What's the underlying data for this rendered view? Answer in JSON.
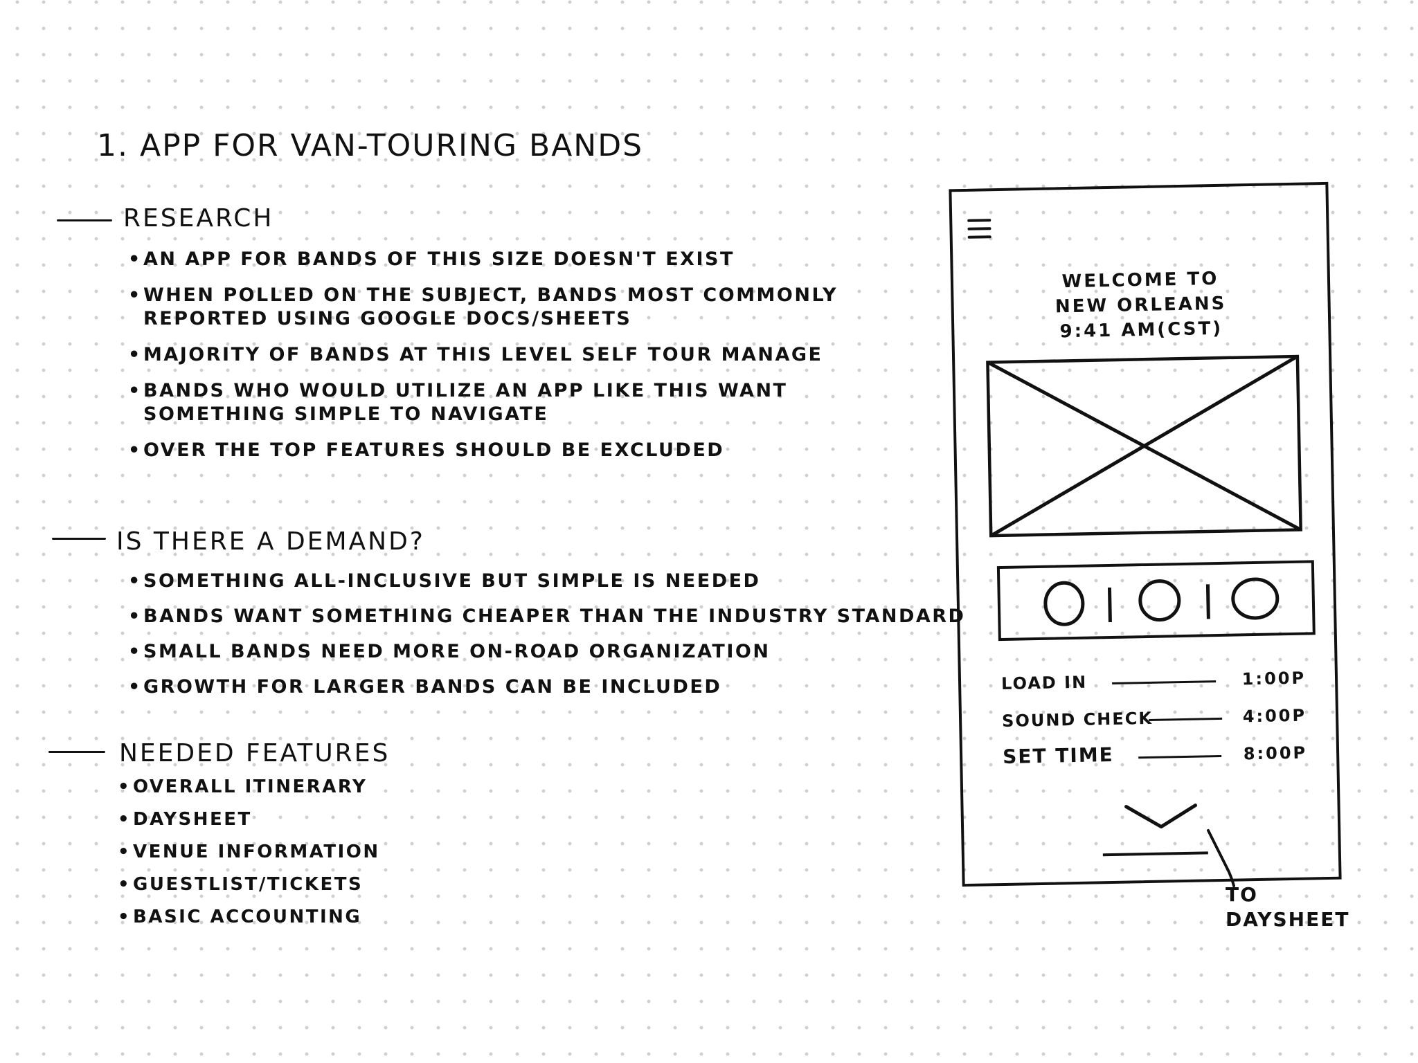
{
  "title": "1. App for van-touring bands",
  "research": {
    "heading": "Research",
    "bullets": [
      "An app for bands of this size doesn't exist",
      "When polled on the subject, bands most commonly reported using Google Docs/Sheets",
      "Majority of bands at this level self tour manage",
      "Bands who would utilize an app like this want something simple to navigate",
      "Over the top features should be excluded"
    ]
  },
  "demand": {
    "heading": "Is there a demand?",
    "bullets": [
      "Something all-inclusive but simple is needed",
      "Bands want something cheaper than the industry standard",
      "Small bands need more on-road organization",
      "Growth for larger bands can be included"
    ]
  },
  "features": {
    "heading": "Needed features",
    "bullets": [
      "Overall itinerary",
      "Daysheet",
      "Venue information",
      "Guestlist/tickets",
      "Basic accounting"
    ]
  },
  "phone": {
    "menu_icon": "hamburger-menu-icon",
    "welcome_line1": "Welcome to",
    "welcome_line2": "New Orleans",
    "welcome_time": "9:41 AM(CST)",
    "carousel_icon": "carousel-dots-icon",
    "schedule": [
      {
        "label": "Load in",
        "time": "1:00P"
      },
      {
        "label": "Sound check",
        "time": "4:00P"
      },
      {
        "label": "Set time",
        "time": "8:00P"
      }
    ],
    "chevron_icon": "chevron-down-icon"
  },
  "callout": {
    "line1": "To",
    "line2": "Daysheet"
  }
}
